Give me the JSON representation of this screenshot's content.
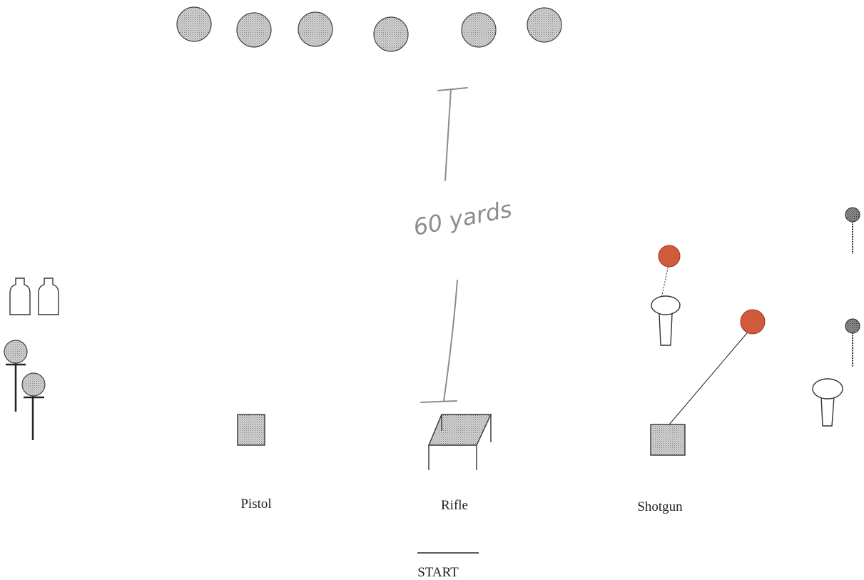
{
  "colors": {
    "gray_fill": "#c9c9c9",
    "dark_gray_fill": "#8f8f8f",
    "red_fill": "#d05a3c",
    "ink": "#222222",
    "pencil": "#8c8c8c"
  },
  "distance_note": "60 yards",
  "stations": [
    {
      "label": "Pistol",
      "icon": "table-square-icon"
    },
    {
      "label": "Rifle",
      "icon": "shooting-bench-icon"
    },
    {
      "label": "Shotgun",
      "icon": "table-square-icon"
    }
  ],
  "start_label": "START",
  "targets": {
    "steel_plates_far": 6,
    "paper_silhouettes": 2,
    "plate_on_stand_targets": 2,
    "red_clay_targets": 2,
    "white_popper_targets": 2,
    "dark_small_targets": 2
  }
}
